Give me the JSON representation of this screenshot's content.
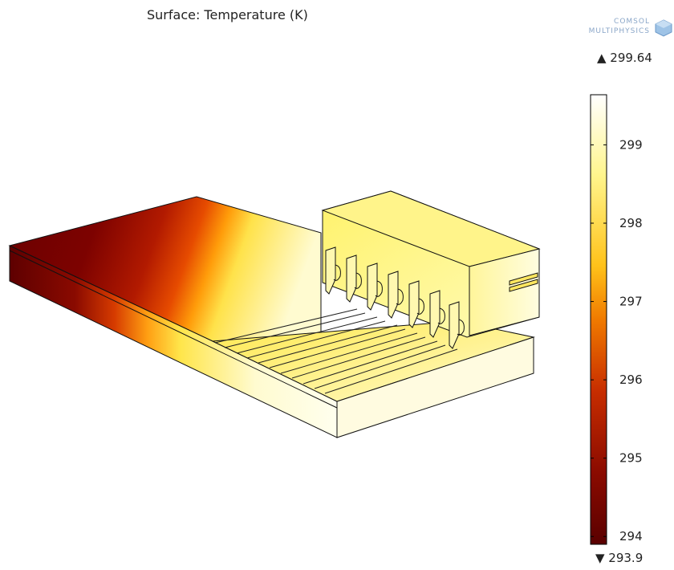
{
  "title": "Surface: Temperature (K)",
  "logo": {
    "line1": "COMSOL",
    "line2": "MULTIPHYSICS"
  },
  "colorbar": {
    "max_label": "▲ 299.64",
    "min_label": "▼ 293.9",
    "min": 293.9,
    "max": 299.64,
    "ticks": [
      "299",
      "298",
      "297",
      "296",
      "295",
      "294"
    ],
    "tick_values": [
      299,
      298,
      297,
      296,
      295,
      294
    ],
    "colormap": [
      "#5a0000",
      "#8b0b00",
      "#c72d00",
      "#f07a00",
      "#ffc21a",
      "#fff58c",
      "#ffffff"
    ]
  }
}
